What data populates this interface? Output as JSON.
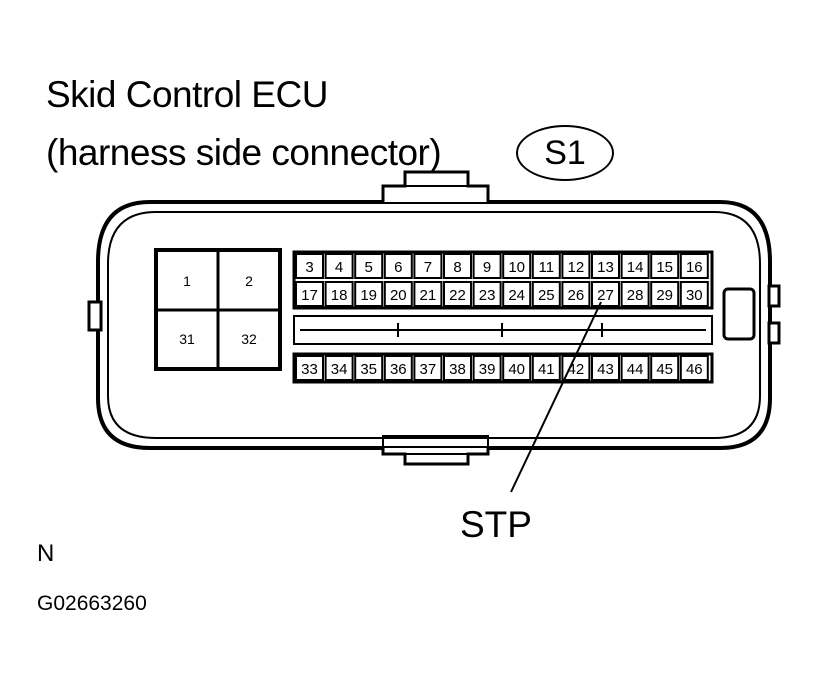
{
  "title_line1": "Skid Control ECU",
  "title_line2": "(harness side connector)",
  "connector_id": "S1",
  "large_terminals": [
    "1",
    "2",
    "31",
    "32"
  ],
  "top_row": [
    "3",
    "4",
    "5",
    "6",
    "7",
    "8",
    "9",
    "10",
    "11",
    "12",
    "13",
    "14",
    "15",
    "16"
  ],
  "middle_row": [
    "17",
    "18",
    "19",
    "20",
    "21",
    "22",
    "23",
    "24",
    "25",
    "26",
    "27",
    "28",
    "29",
    "30"
  ],
  "bottom_row": [
    "33",
    "34",
    "35",
    "36",
    "37",
    "38",
    "39",
    "40",
    "41",
    "42",
    "43",
    "44",
    "45",
    "46"
  ],
  "callout": {
    "label": "STP",
    "terminal": "27"
  },
  "footer_letter": "N",
  "figure_code": "G02663260"
}
